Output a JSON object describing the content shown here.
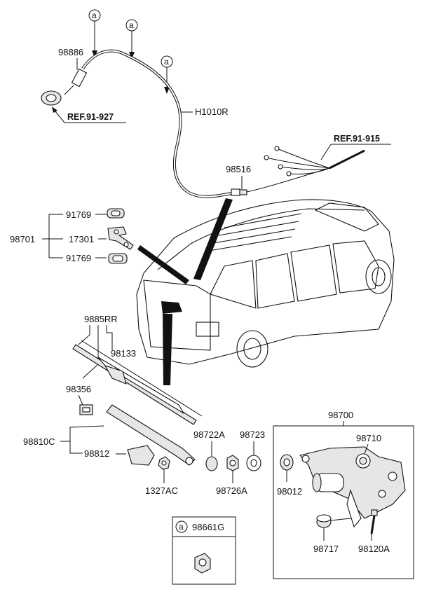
{
  "callouts": {
    "circle_a": "a",
    "p98886": "98886",
    "ref_91_927": "REF.91-927",
    "h1010r": "H1010R",
    "ref_91_915": "REF.91-915",
    "p98516": "98516",
    "p98701": "98701",
    "p91769_top": "91769",
    "p17301": "17301",
    "p91769_bottom": "91769",
    "p9885rr": "9885RR",
    "p98133": "98133",
    "p98356": "98356",
    "p98810c": "98810C",
    "p98812": "98812",
    "p1327ac": "1327AC",
    "p98722a": "98722A",
    "p98723": "98723",
    "p98726a": "98726A",
    "p98700": "98700",
    "p98710": "98710",
    "p98012": "98012",
    "p98717": "98717",
    "p98120a": "98120A",
    "p98661g": "98661G"
  }
}
